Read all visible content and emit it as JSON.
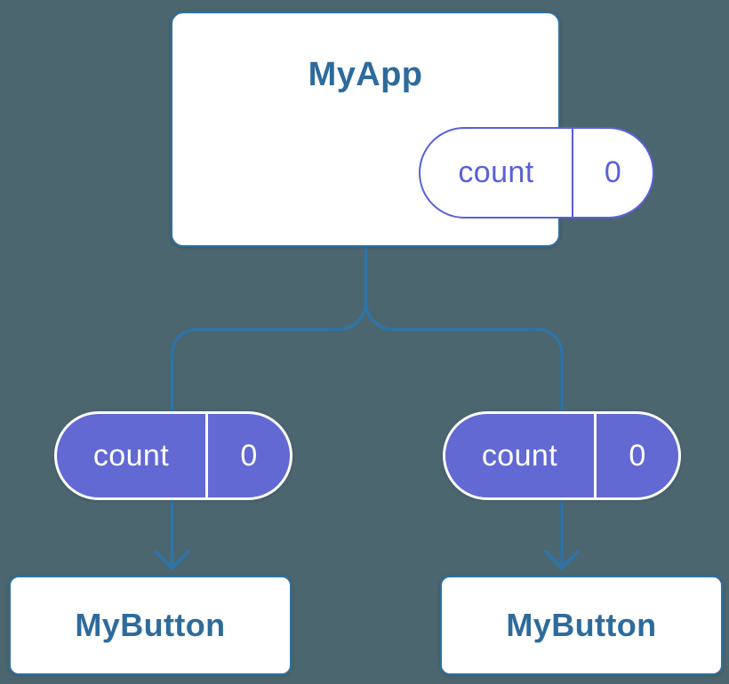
{
  "canvas": {
    "background_color": "#4C6670"
  },
  "colors": {
    "node_border_blue": "#2E72A2",
    "node_title_blue": "#2D6B9D",
    "connector_blue": "#2E74A6",
    "state_pill_outline_indigo": "#5A61D8",
    "prop_pill_fill_indigo": "#6269D3",
    "node_fill": "#FFFFFF"
  },
  "root_component": {
    "title": "MyApp",
    "state_pill": {
      "name": "count",
      "value": "0"
    }
  },
  "child_components": [
    {
      "title": "MyButton",
      "prop_pill": {
        "name": "count",
        "value": "0"
      }
    },
    {
      "title": "MyButton",
      "prop_pill": {
        "name": "count",
        "value": "0"
      }
    }
  ]
}
